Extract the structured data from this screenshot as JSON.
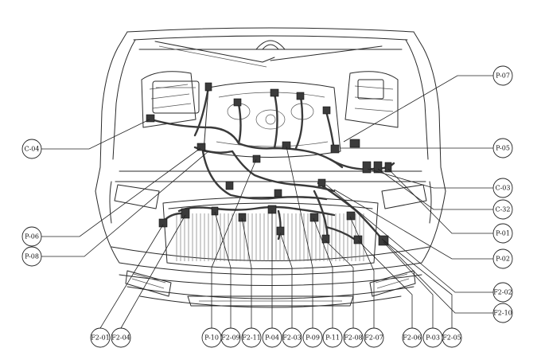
{
  "callouts": {
    "right": [
      {
        "id": "r1",
        "label": "P-07"
      },
      {
        "id": "r2",
        "label": "P-05"
      },
      {
        "id": "r3",
        "label": "C-03"
      },
      {
        "id": "r4",
        "label": "C-32"
      },
      {
        "id": "r5",
        "label": "P-01"
      },
      {
        "id": "r6",
        "label": "P-02"
      },
      {
        "id": "r7",
        "label": "F2-02"
      },
      {
        "id": "r8",
        "label": "F2-10"
      }
    ],
    "left": [
      {
        "id": "l1",
        "label": "C-04"
      },
      {
        "id": "l2",
        "label": "P-06"
      },
      {
        "id": "l3",
        "label": "P-08"
      }
    ],
    "bottom": [
      {
        "id": "b1",
        "label": "F2-01"
      },
      {
        "id": "b2",
        "label": "F2-04"
      },
      {
        "id": "b3",
        "label": "P-10"
      },
      {
        "id": "b4",
        "label": "F2-09"
      },
      {
        "id": "b5",
        "label": "F2-11"
      },
      {
        "id": "b6",
        "label": "P-04"
      },
      {
        "id": "b7",
        "label": "F2-03"
      },
      {
        "id": "b8",
        "label": "P-09"
      },
      {
        "id": "b9",
        "label": "P-11"
      },
      {
        "id": "b10",
        "label": "F2-08"
      },
      {
        "id": "b11",
        "label": "F2-07"
      },
      {
        "id": "b12",
        "label": "F2-06"
      },
      {
        "id": "b13",
        "label": "P-03"
      },
      {
        "id": "b14",
        "label": "F2-05"
      }
    ]
  }
}
